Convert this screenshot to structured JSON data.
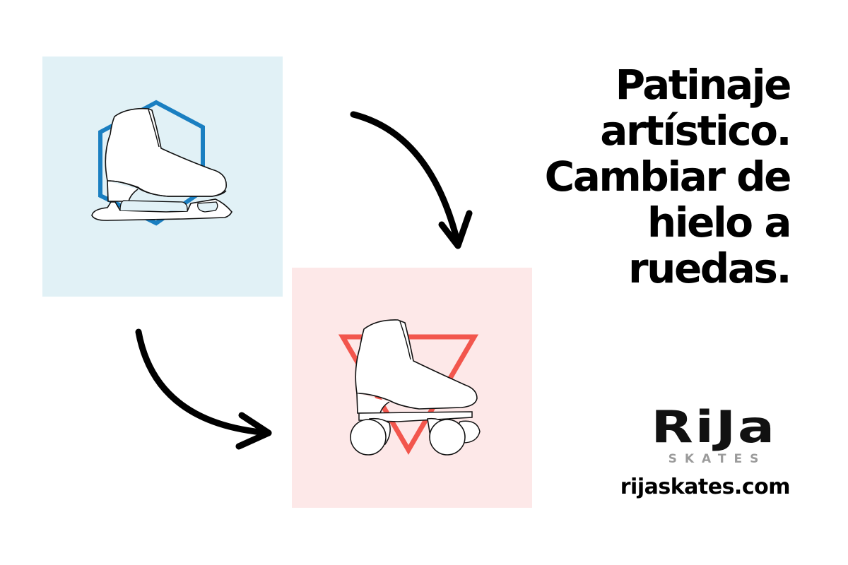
{
  "headline": {
    "lines": [
      "Patinaje",
      "artístico.",
      "Cambiar de",
      "hielo a",
      "ruedas."
    ]
  },
  "illustrations": {
    "ice_skate": {
      "icon": "ice-skate-icon",
      "shape": "hexagon",
      "background_color": "#e1f1f6",
      "shape_color": "#1a7fc1"
    },
    "roller_skate": {
      "icon": "roller-skate-icon",
      "shape": "inverted-triangle",
      "background_color": "#fde8e8",
      "shape_color": "#f2564d"
    }
  },
  "arrows": [
    {
      "icon": "curved-arrow-down-icon",
      "color": "#000000"
    },
    {
      "icon": "curved-arrow-right-icon",
      "color": "#000000"
    }
  ],
  "brand": {
    "logo_text": "RiJa",
    "logo_subtext": "SKATES",
    "website": "rijaskates.com"
  }
}
